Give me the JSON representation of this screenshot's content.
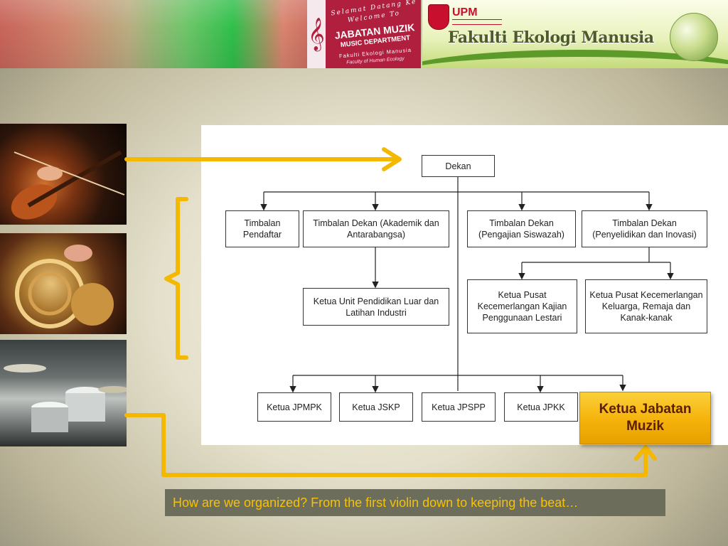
{
  "header": {
    "music_banner": {
      "line1": "Selamat Datang Ke",
      "line2": "Welcome To",
      "line3": "JABATAN MUZIK",
      "line4": "MUSIC DEPARTMENT",
      "line5": "Fakulti Ekologi Manusia",
      "line6": "Faculty of Human Ecology"
    },
    "faculty_banner": {
      "logo_text": "UPM",
      "title": "Fakulti Ekologi Manusia"
    }
  },
  "photos": [
    {
      "icon": "violin-photo"
    },
    {
      "icon": "french-horn-photo"
    },
    {
      "icon": "drum-kit-photo"
    }
  ],
  "org_chart": {
    "root": "Dekan",
    "level2": [
      "Timbalan Pendaftar",
      "Timbalan Dekan (Akademik dan Antarabangsa)",
      "Timbalan Dekan (Pengajian Siswazah)",
      "Timbalan Dekan (Penyelidikan dan Inovasi)"
    ],
    "level3_academic": "Ketua Unit Pendidikan Luar dan Latihan Industri",
    "level3_research": [
      "Ketua Pusat Kecemerlangan Kajian Penggunaan Lestari",
      "Ketua Pusat Kecemerlangan Keluarga, Remaja dan Kanak-kanak"
    ],
    "departments": [
      "Ketua JPMPK",
      "Ketua JSKP",
      "Ketua JPSPP",
      "Ketua JPKK"
    ],
    "highlight": "Ketua Jabatan Muzik"
  },
  "caption": "How are we organized? From the first violin down to keeping the beat…",
  "colors": {
    "accent": "#f5b800",
    "caption_bg": "#6d6d5c",
    "caption_text": "#f7c200",
    "highlight_text": "#5a1e00"
  }
}
